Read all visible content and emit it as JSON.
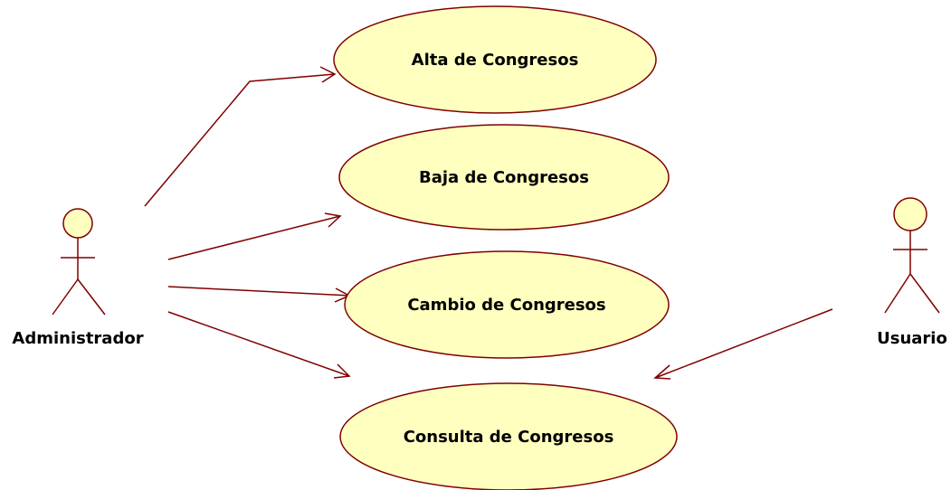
{
  "colors": {
    "line": "#800000",
    "usecase_fill": "#ffffc0",
    "text": "#000000"
  },
  "actors": [
    {
      "id": "administrador",
      "label": "Administrador"
    },
    {
      "id": "usuario",
      "label": "Usuario"
    }
  ],
  "use_cases": [
    {
      "id": "alta",
      "label": "Alta de Congresos"
    },
    {
      "id": "baja",
      "label": "Baja de Congresos"
    },
    {
      "id": "cambio",
      "label": "Cambio de Congresos"
    },
    {
      "id": "consulta",
      "label": "Consulta de Congresos"
    }
  ],
  "associations": [
    {
      "from": "administrador",
      "to": "alta"
    },
    {
      "from": "administrador",
      "to": "baja"
    },
    {
      "from": "administrador",
      "to": "cambio"
    },
    {
      "from": "administrador",
      "to": "consulta"
    },
    {
      "from": "usuario",
      "to": "consulta"
    }
  ]
}
